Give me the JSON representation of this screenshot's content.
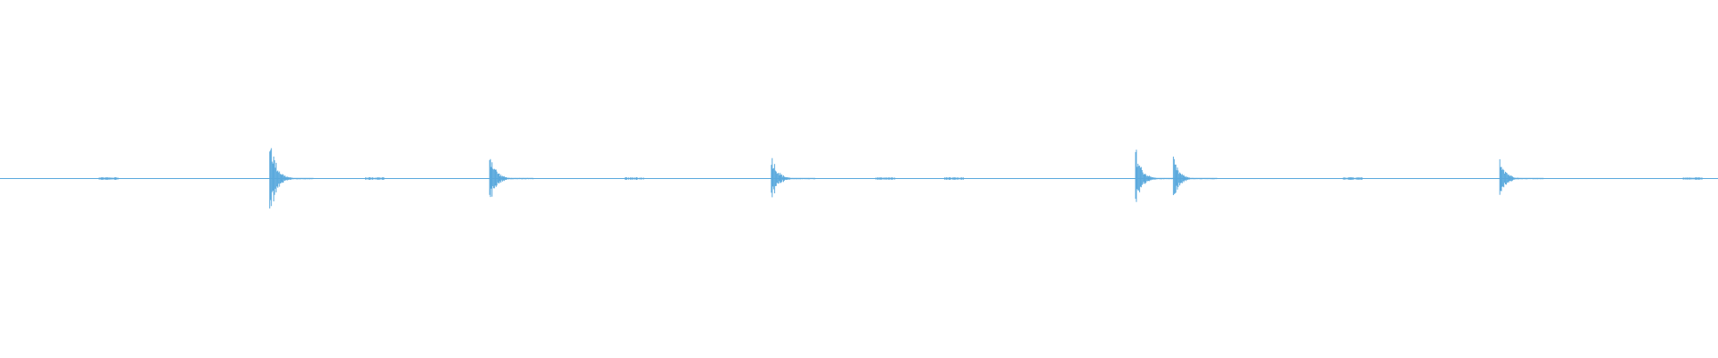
{
  "waveform": {
    "color": "#5aa9dd",
    "background": "#ffffff",
    "duration_fraction_markers": [
      0.157,
      0.285,
      0.449,
      0.661,
      0.683,
      0.873
    ],
    "transients": [
      {
        "position": 0.157,
        "peak_amplitude": 0.18
      },
      {
        "position": 0.285,
        "peak_amplitude": 0.11
      },
      {
        "position": 0.449,
        "peak_amplitude": 0.1
      },
      {
        "position": 0.661,
        "peak_amplitude": 0.12
      },
      {
        "position": 0.683,
        "peak_amplitude": 0.08
      },
      {
        "position": 0.873,
        "peak_amplitude": 0.09
      }
    ],
    "noise_bursts": [
      0.063,
      0.218,
      0.369,
      0.515,
      0.555,
      0.787,
      0.985
    ]
  }
}
